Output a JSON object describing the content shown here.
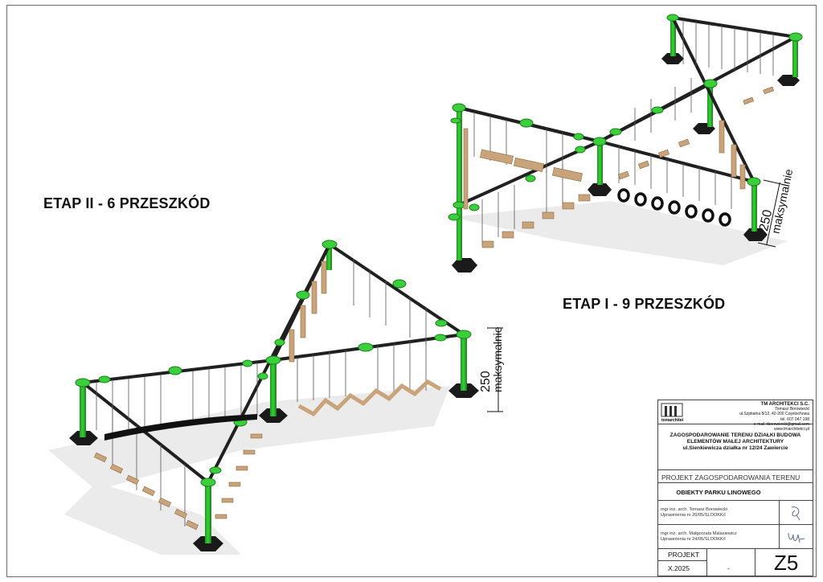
{
  "labels": {
    "etap2": "ETAP II - 6 PRZESZKÓD",
    "etap1": "ETAP I - 9 PRZESZKÓD",
    "dim_value": "250",
    "dim_note": "maksymalnie"
  },
  "title_block": {
    "logo_text": "tomarchitekci",
    "firm_name": "TM ARCHITEKCI S.C.",
    "firm_lines": [
      "Tomasz Borowiecki",
      "ul.Szpitalna 8/12, 42-200 Częstochowa",
      "tel. 607 047 198",
      "e-mail: tborowiecki@gmail.com",
      "www.tmarchitekci.pl"
    ],
    "title_lines": [
      "ZAGOSPODAROWANIE TERENU DZIAŁKI BUDOWA",
      "ELEMENTÓW MAŁEJ ARCHITEKTURY",
      "ul.Sienkiewicza działka nr 12/24  Zawiercie"
    ],
    "project_name": "PROJEKT ZAGOSPODAROWANIA TERENU",
    "drawing_name": "OBIEKTY PARKU LINOWEGO",
    "designer_lines": [
      "mgr inż. arch. Tomasz Borowiecki",
      "Uprawnienia nr 20/05/SLOOKK/I"
    ],
    "checker_lines": [
      "mgr inż. arch. Małgorzata Malasiewicz",
      "Uprawnienia nr 24/05/SLOOKK/I"
    ],
    "phase": "PROJEKT",
    "date": "X.2025",
    "scale": "-",
    "sheet": "Z5"
  }
}
